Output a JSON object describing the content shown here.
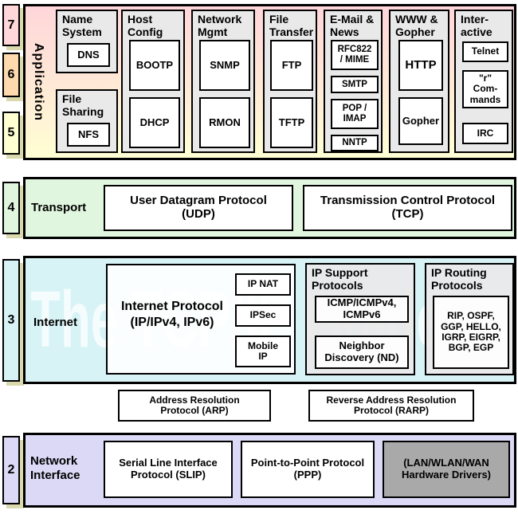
{
  "watermark_text": "The TCP/IP Guide",
  "layer_numbers": [
    "7",
    "6",
    "5",
    "4",
    "3",
    "2"
  ],
  "application": {
    "label": "Application",
    "groups": [
      {
        "title": "Name\nSystem",
        "protocols": [
          "DNS"
        ]
      },
      {
        "title": "File\nSharing",
        "protocols": [
          "NFS"
        ]
      },
      {
        "title": "Host\nConfig",
        "protocols": [
          "BOOTP",
          "DHCP"
        ]
      },
      {
        "title": "Network\nMgmt",
        "protocols": [
          "SNMP",
          "RMON"
        ]
      },
      {
        "title": "File\nTransfer",
        "protocols": [
          "FTP",
          "TFTP"
        ]
      },
      {
        "title": "E-Mail &\nNews",
        "protocols": [
          "RFC822\n/ MIME",
          "SMTP",
          "POP /\nIMAP",
          "NNTP"
        ]
      },
      {
        "title": "WWW &\nGopher",
        "protocols": [
          "HTTP",
          "Gopher"
        ]
      },
      {
        "title": "Inter-\nactive",
        "protocols": [
          "Telnet",
          "\"r\"\nCom-\nmands",
          "IRC"
        ]
      }
    ]
  },
  "transport": {
    "label": "Transport",
    "udp": "User Datagram Protocol\n(UDP)",
    "tcp": "Transmission Control Protocol\n(TCP)"
  },
  "internet": {
    "label": "Internet",
    "ip_box": {
      "title": "Internet Protocol\n(IP/IPv4, IPv6)",
      "sub_protocols": [
        "IP NAT",
        "IPSec",
        "Mobile\nIP"
      ]
    },
    "support_group": {
      "title": "IP Support\nProtocols",
      "protocols": [
        "ICMP/ICMPv4,\nICMPv6",
        "Neighbor\nDiscovery (ND)"
      ]
    },
    "routing_group": {
      "title": "IP Routing\nProtocols",
      "protocols": [
        "RIP, OSPF,\nGGP, HELLO,\nIGRP, EIGRP,\nBGP, EGP"
      ]
    }
  },
  "address_resolution": {
    "arp": "Address Resolution\nProtocol (ARP)",
    "rarp": "Reverse Address Resolution\nProtocol (RARP)"
  },
  "network_interface": {
    "label": "Network\nInterface",
    "slip": "Serial Line Interface\nProtocol (SLIP)",
    "ppp": "Point-to-Point Protocol\n(PPP)",
    "hardware": "(LAN/WLAN/WAN\nHardware Drivers)"
  },
  "colors": {
    "layer7_pink": "#ffd6da",
    "layer6_peach": "#ffd9ae",
    "layer5_yellow": "#ffffd2",
    "layer4_green": "#e1f6df",
    "layer3_cyan": "#d7f3f6",
    "layer2_lavender": "#dbd9f6",
    "shadow_khaki": "#d9d9ad",
    "group_gray": "#e9e9e9",
    "hardware_gray": "#a9a9a9",
    "border": "#000000"
  }
}
